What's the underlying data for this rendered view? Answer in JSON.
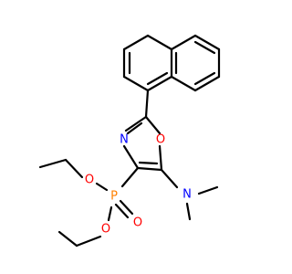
{
  "molecule": {
    "atoms": {
      "ring_n": {
        "symbol": "N",
        "color": "#0000ff"
      },
      "ring_o": {
        "symbol": "O",
        "color": "#ff0000"
      },
      "amine_n": {
        "symbol": "N",
        "color": "#0000ff"
      },
      "phosphorus": {
        "symbol": "P",
        "color": "#ff8000"
      },
      "ester_o1": {
        "symbol": "O",
        "color": "#ff0000"
      },
      "ester_o2": {
        "symbol": "O",
        "color": "#ff0000"
      },
      "oxo_o": {
        "symbol": "O",
        "color": "#ff0000"
      }
    },
    "bond_color": "#000000"
  }
}
